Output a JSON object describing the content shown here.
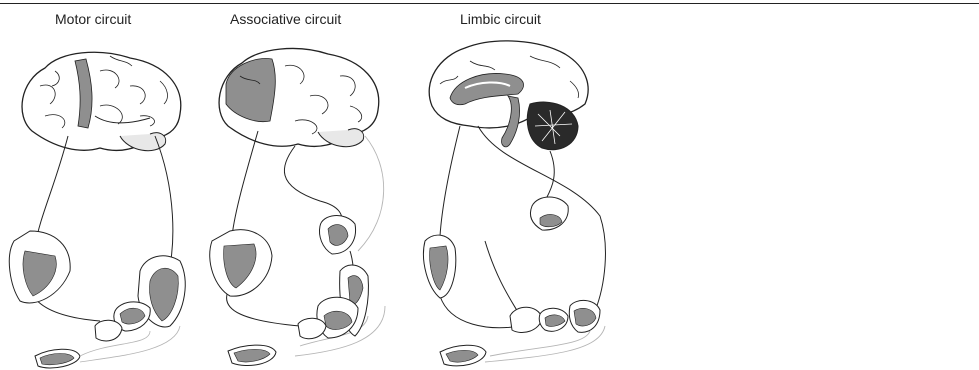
{
  "figure": {
    "panels": [
      {
        "title": "Motor circuit"
      },
      {
        "title": "Associative circuit"
      },
      {
        "title": "Limbic circuit"
      }
    ]
  },
  "colors": {
    "ink": "#222222",
    "shade": "#8f8f8f",
    "faint": "#b5b5b5",
    "dark": "#2a2a2a"
  },
  "icons": [
    "brain-lateral-icon",
    "brain-lateral-icon",
    "brain-midsagittal-icon"
  ]
}
